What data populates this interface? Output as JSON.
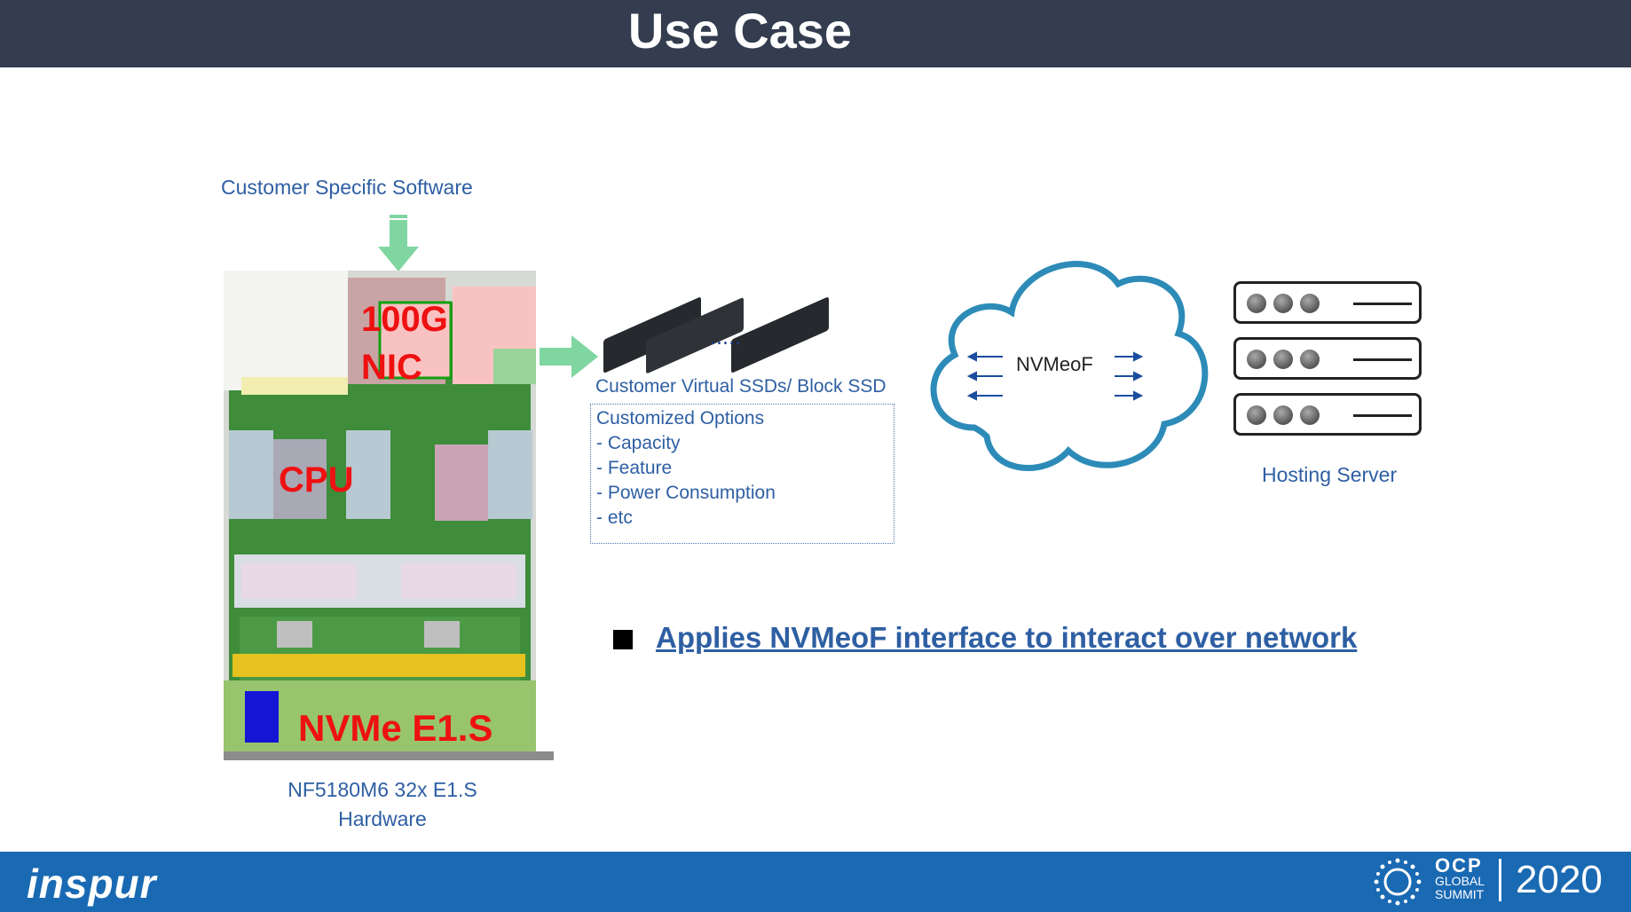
{
  "header": {
    "title": "Use Case"
  },
  "labels": {
    "software": "Customer Specific Software",
    "nic": "100G NIC",
    "cpu": "CPU",
    "nvme": "NVMe E1.S",
    "hardware_line1": "NF5180M6 32x E1.S",
    "hardware_line2": "Hardware",
    "ssd": "Customer Virtual SSDs/ Block SSD",
    "nvmeof": "NVMeoF",
    "hosting": "Hosting Server"
  },
  "options": {
    "items": [
      "Customized Options",
      "- Capacity",
      "- Feature",
      "- Power Consumption",
      "- etc"
    ]
  },
  "bullet": {
    "text": "Applies NVMeoF interface to interact over network"
  },
  "footer": {
    "brand": "inspur",
    "ocp": "OCP",
    "ocp_line2": "GLOBAL",
    "ocp_line3": "SUMMIT",
    "year": "2020"
  },
  "colors": {
    "header_bg": "#333d4f",
    "footer_bg": "#1a69b3",
    "accent_blue": "#2e5fa3",
    "label_red": "#ee1111",
    "arrow_green": "#7fd6a0"
  }
}
